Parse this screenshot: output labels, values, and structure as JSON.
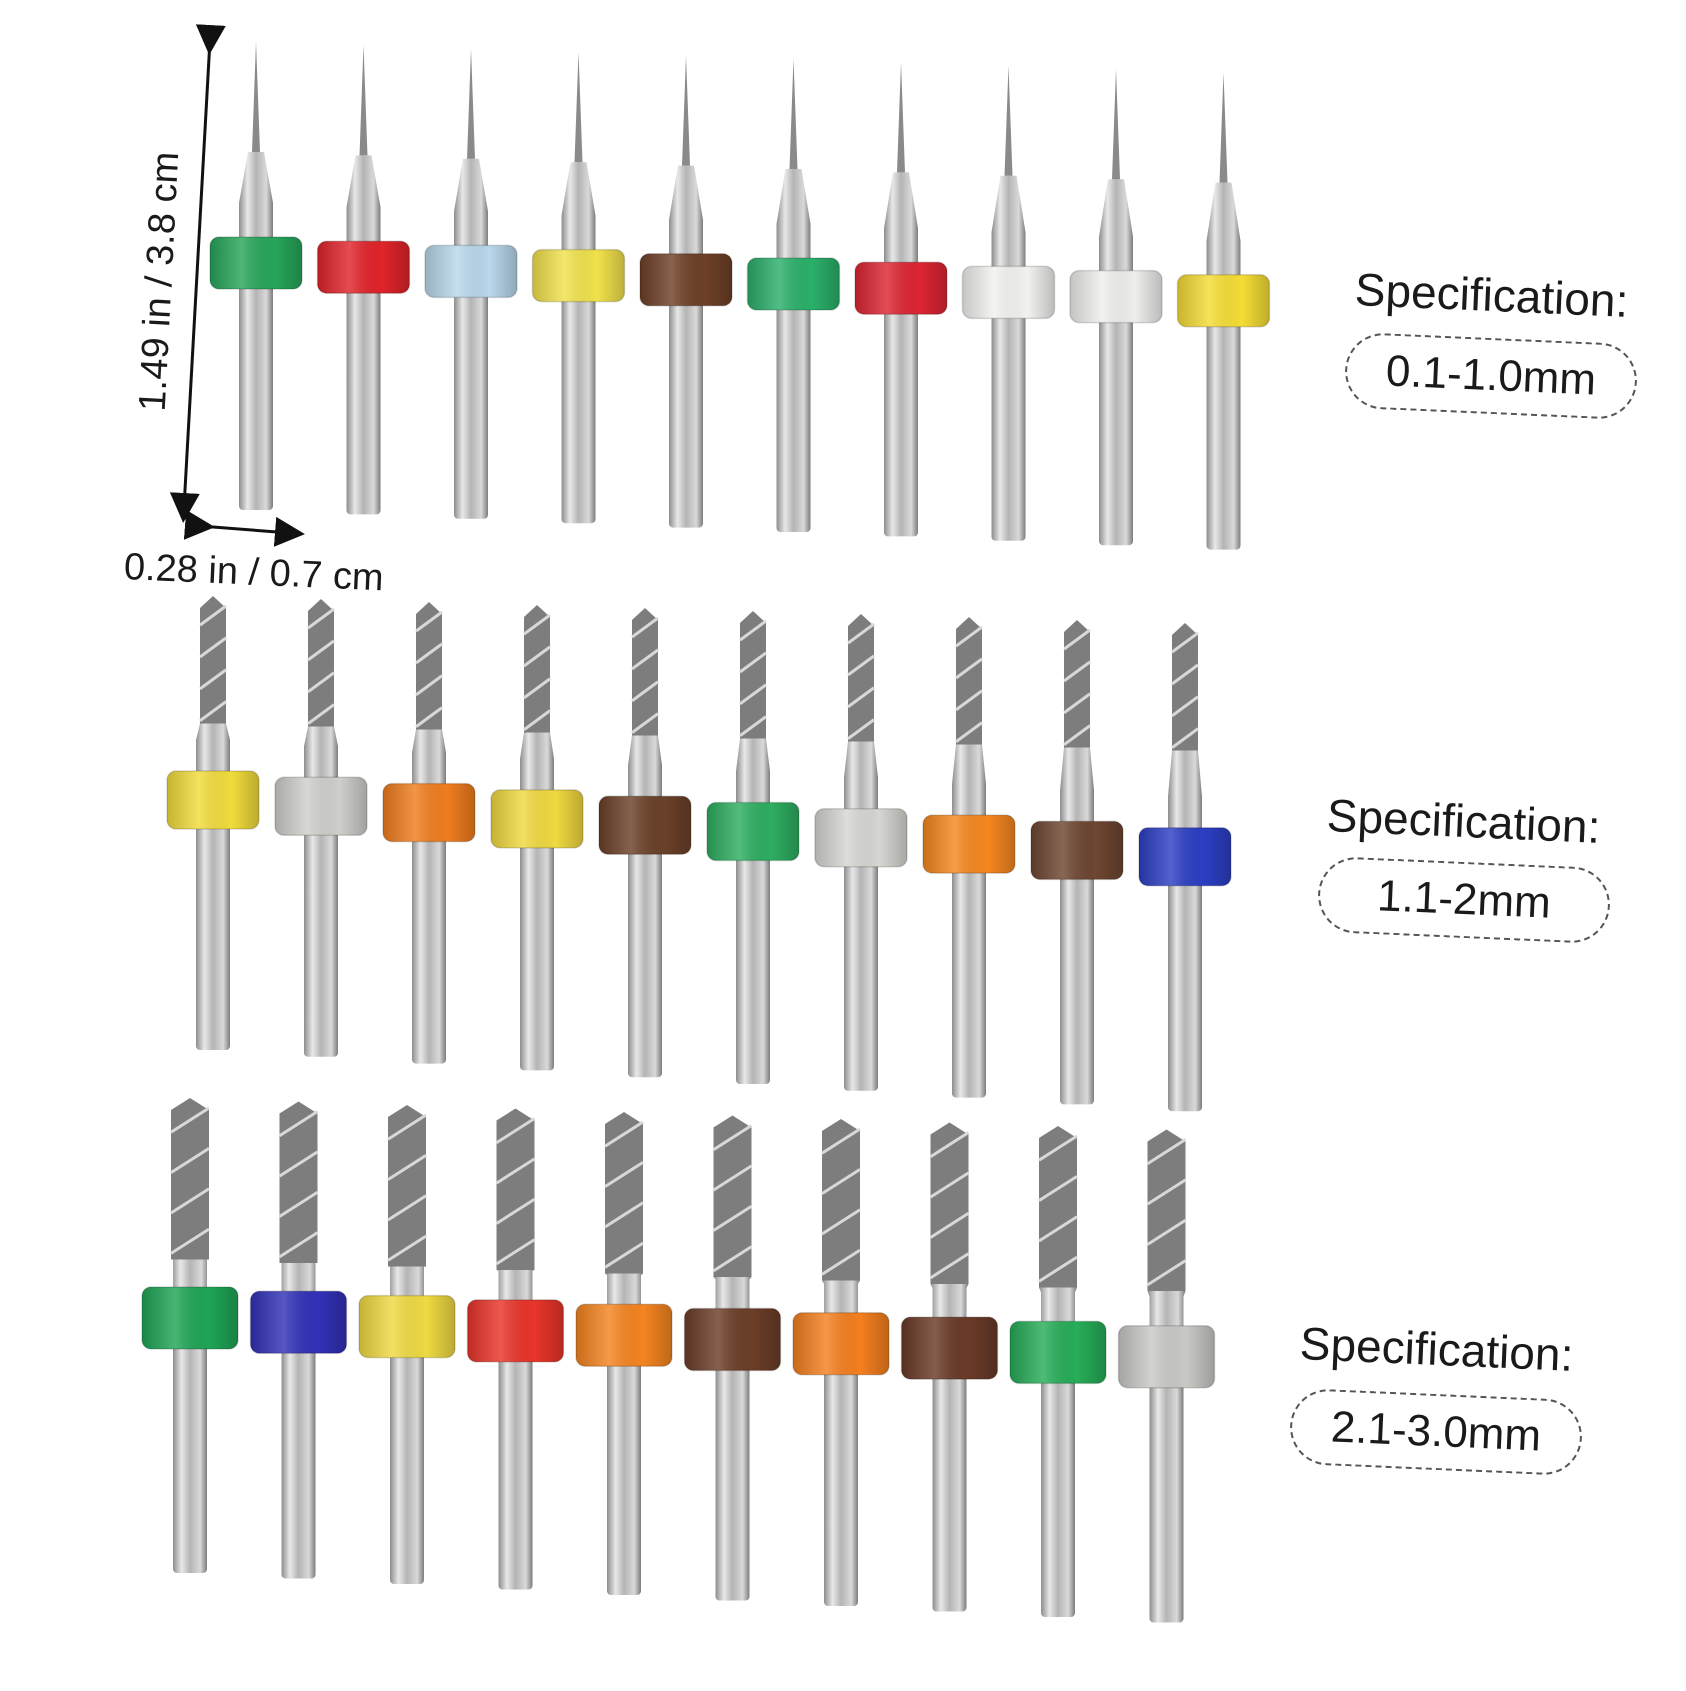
{
  "dimensions": {
    "height_label": "1.49 in / 3.8 cm",
    "width_label": "0.28 in / 0.7 cm"
  },
  "groups": [
    {
      "spec_title": "Specification:",
      "spec_range": "0.1-1.0mm",
      "bit_type": "micro-pointed",
      "ring_colors": [
        "#27a65a",
        "#e0242a",
        "#b9d8ec",
        "#f1e24c",
        "#6e4027",
        "#2bb06a",
        "#dd2533",
        "#f2f2f0",
        "#efefed",
        "#f5dd35"
      ]
    },
    {
      "spec_title": "Specification:",
      "spec_range": "1.1-2mm",
      "bit_type": "small-twist",
      "ring_colors": [
        "#f1dc3c",
        "#cfcfcb",
        "#f07d1e",
        "#f0d940",
        "#6b4129",
        "#2eae61",
        "#d6d6d2",
        "#f5871f",
        "#6e4631",
        "#2c3fc4"
      ]
    },
    {
      "spec_title": "Specification:",
      "spec_range": "2.1-3.0mm",
      "bit_type": "large-twist",
      "ring_colors": [
        "#1fa556",
        "#3231b8",
        "#efda42",
        "#e9342a",
        "#f48420",
        "#6c3e28",
        "#f47f1f",
        "#6a3a27",
        "#27ad58",
        "#c9c9c6"
      ]
    }
  ]
}
